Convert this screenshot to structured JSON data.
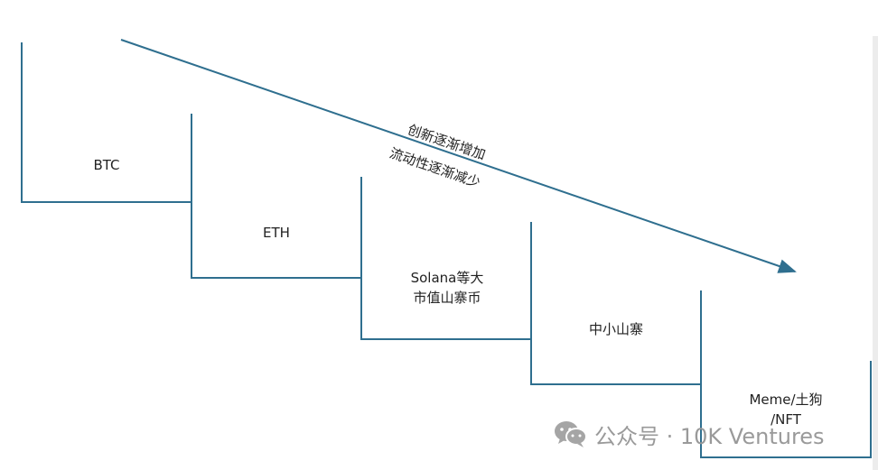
{
  "colors": {
    "line": "#2f6f8f",
    "text": "#222222",
    "watermark": "#9a9a9a"
  },
  "tiers": [
    {
      "label": "BTC"
    },
    {
      "label": "ETH"
    },
    {
      "label": "Solana等大\n市值山寨币"
    },
    {
      "label": "中小山寨"
    },
    {
      "label": "Meme/土狗\n/NFT"
    }
  ],
  "arrow": {
    "label_top": "创新逐渐增加",
    "label_bottom": "流动性逐渐减少"
  },
  "watermark": {
    "icon": "wechat-icon",
    "text": "公众号 · 10K Ventures"
  }
}
